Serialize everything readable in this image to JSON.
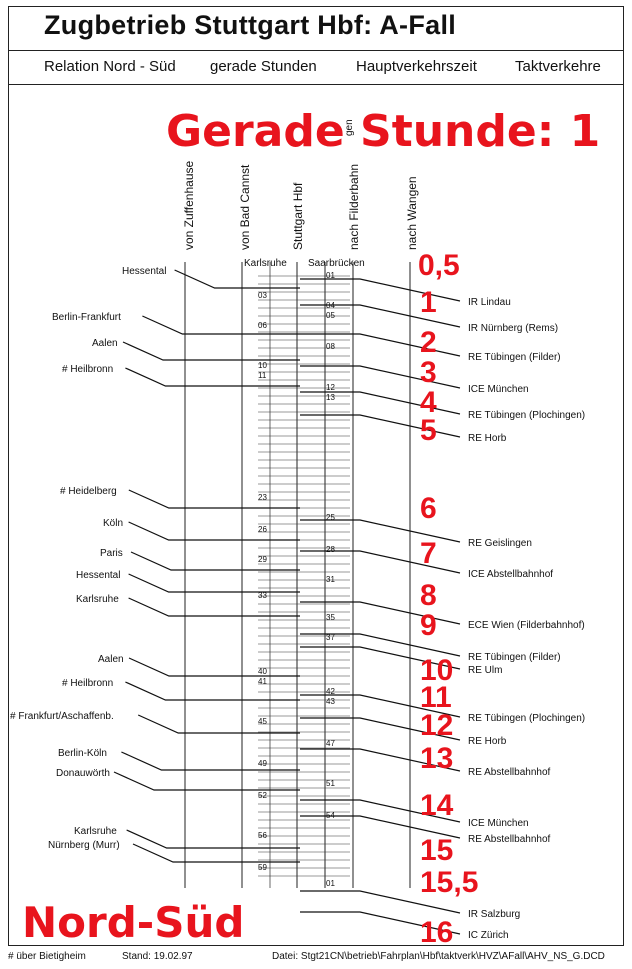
{
  "header": {
    "title": "Zugbetrieb Stuttgart Hbf:  A-Fall",
    "relation": "Relation Nord - Süd",
    "stunden": "gerade Stunden",
    "zeit": "Hauptverkehrszeit",
    "takt": "Taktverkehre"
  },
  "overlay": {
    "headline": "Gerade Stunde: 1",
    "direction": "Nord-Süd",
    "red_numbers": [
      "0,5",
      "1",
      "2",
      "3",
      "4",
      "5",
      "6",
      "7",
      "8",
      "9",
      "10",
      "11",
      "12",
      "13",
      "14",
      "15",
      "15,5",
      "16"
    ]
  },
  "columns": [
    {
      "label": "von Zuffenhause"
    },
    {
      "label": "von Bad Cannst"
    },
    {
      "label": "Stuttgart Hbf"
    },
    {
      "label": "nach Filderbahn"
    },
    {
      "label": "nach Wangen"
    }
  ],
  "column_extra": "gen",
  "track_labels": {
    "karlsruhe": "Karlsruhe",
    "saarbruecken": "Saarbrücken"
  },
  "origins": [
    "Hessental",
    "Berlin-Frankfurt",
    "Aalen",
    "# Heilbronn",
    "# Heidelberg",
    "Köln",
    "Paris",
    "Hessental",
    "Karlsruhe",
    "Aalen",
    "# Heilbronn",
    "# Frankfurt/Aschaffenb.",
    "Berlin-Köln",
    "Donauwörth",
    "Karlsruhe",
    "Nürnberg (Murr)"
  ],
  "destinations": [
    "IR Lindau",
    "IR Nürnberg (Rems)",
    "RE Tübingen (Filder)",
    "ICE München",
    "RE Tübingen (Plochingen)",
    "RE Horb",
    "RE Geislingen",
    "ICE Abstellbahnhof",
    "ECE Wien (Filderbahnhof)",
    "RE Tübingen (Filder)",
    "RE Ulm",
    "RE Tübingen (Plochingen)",
    "RE Horb",
    "RE Abstellbahnhof",
    "ICE München",
    "RE Abstellbahnhof",
    "IR Salzburg",
    "IC Zürich"
  ],
  "minute_marks": [
    "01",
    "03",
    "04",
    "05",
    "06",
    "08",
    "10",
    "11",
    "12",
    "13",
    "23",
    "25",
    "26",
    "28",
    "29",
    "31",
    "33",
    "35",
    "37",
    "40",
    "41",
    "42",
    "43",
    "45",
    "47",
    "49",
    "51",
    "52",
    "54",
    "56",
    "59",
    "01"
  ],
  "footer": {
    "note": "#  über Bietigheim",
    "stand": "Stand: 19.02.97",
    "datei": "Datei: Stgt21CN\\betrieb\\Fahrplan\\Hbf\\taktverk\\HVZ\\AFall\\AHV_NS_G.DCD"
  },
  "colors": {
    "accent_red": "#e8141d",
    "ink": "#111111"
  }
}
